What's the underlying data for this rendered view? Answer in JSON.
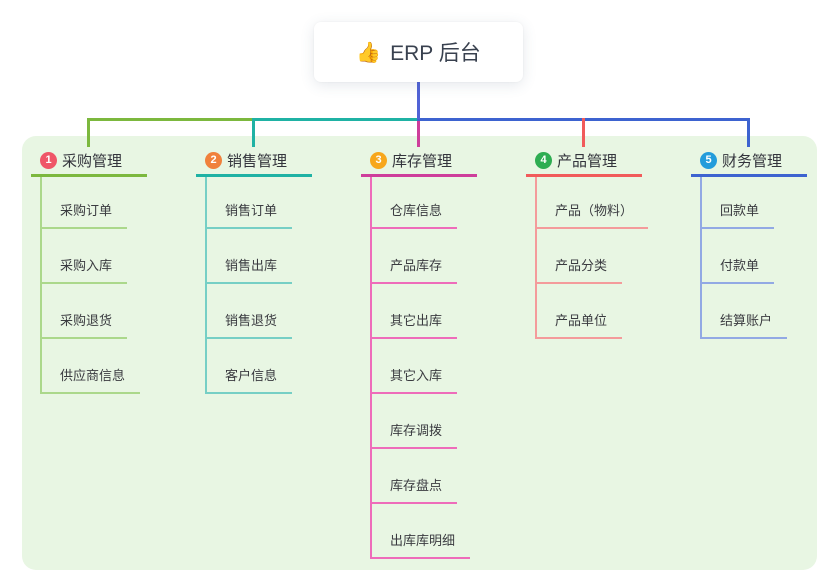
{
  "root": {
    "icon": "👍",
    "label": "ERP 后台"
  },
  "panel_color": "#e8f6e3",
  "root_line_color": "#5163d6",
  "branches": [
    {
      "num": "1",
      "title": "采购管理",
      "badge_color": "#ef5668",
      "line_color": "#7cb83e",
      "light_color": "#abd88b",
      "children": [
        "采购订单",
        "采购入库",
        "采购退货",
        "供应商信息"
      ]
    },
    {
      "num": "2",
      "title": "销售管理",
      "badge_color": "#f0813c",
      "line_color": "#1fb2a4",
      "light_color": "#76cfc5",
      "children": [
        "销售订单",
        "销售出库",
        "销售退货",
        "客户信息"
      ]
    },
    {
      "num": "3",
      "title": "库存管理",
      "badge_color": "#f7a71c",
      "line_color": "#ce3e9b",
      "light_color": "#ee6cba",
      "children": [
        "仓库信息",
        "产品库存",
        "其它出库",
        "其它入库",
        "库存调拨",
        "库存盘点",
        "出库库明细"
      ]
    },
    {
      "num": "4",
      "title": "产品管理",
      "badge_color": "#2ead52",
      "line_color": "#f15b5b",
      "light_color": "#f49b9b",
      "children": [
        "产品（物料）",
        "产品分类",
        "产品单位"
      ]
    },
    {
      "num": "5",
      "title": "财务管理",
      "badge_color": "#239cdb",
      "line_color": "#3d63d0",
      "light_color": "#92a9e4",
      "children": [
        "回款单",
        "付款单",
        "结算账户"
      ]
    }
  ]
}
